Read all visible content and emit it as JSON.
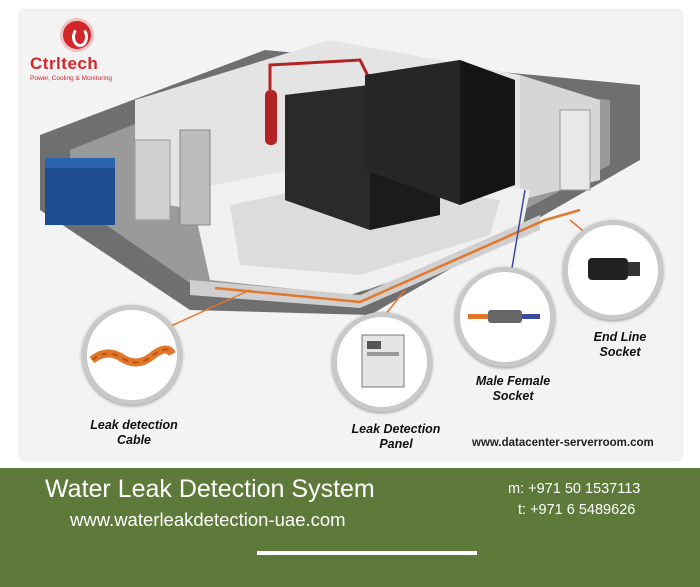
{
  "logo": {
    "name": "Ctrltech",
    "tagline": "Power, Cooling & Monitoring"
  },
  "labels": {
    "leak_cable": [
      "Leak detection",
      "Cable"
    ],
    "leak_panel": [
      "Leak Detection",
      "Panel"
    ],
    "male_female": [
      "Male Female",
      "Socket"
    ],
    "end_line": [
      "End Line",
      "Socket"
    ]
  },
  "website": "www.datacenter-serverroom.com",
  "footer": {
    "title": "Water Leak Detection System",
    "url": "www.waterleakdetection-uae.com",
    "mobile": "m: +971 50 1537113",
    "phone": "t: +971 6 5489626"
  },
  "colors": {
    "brand_red": "#d2262b",
    "footer_green": "#5e7a3a",
    "cable_orange": "#e2762a"
  }
}
